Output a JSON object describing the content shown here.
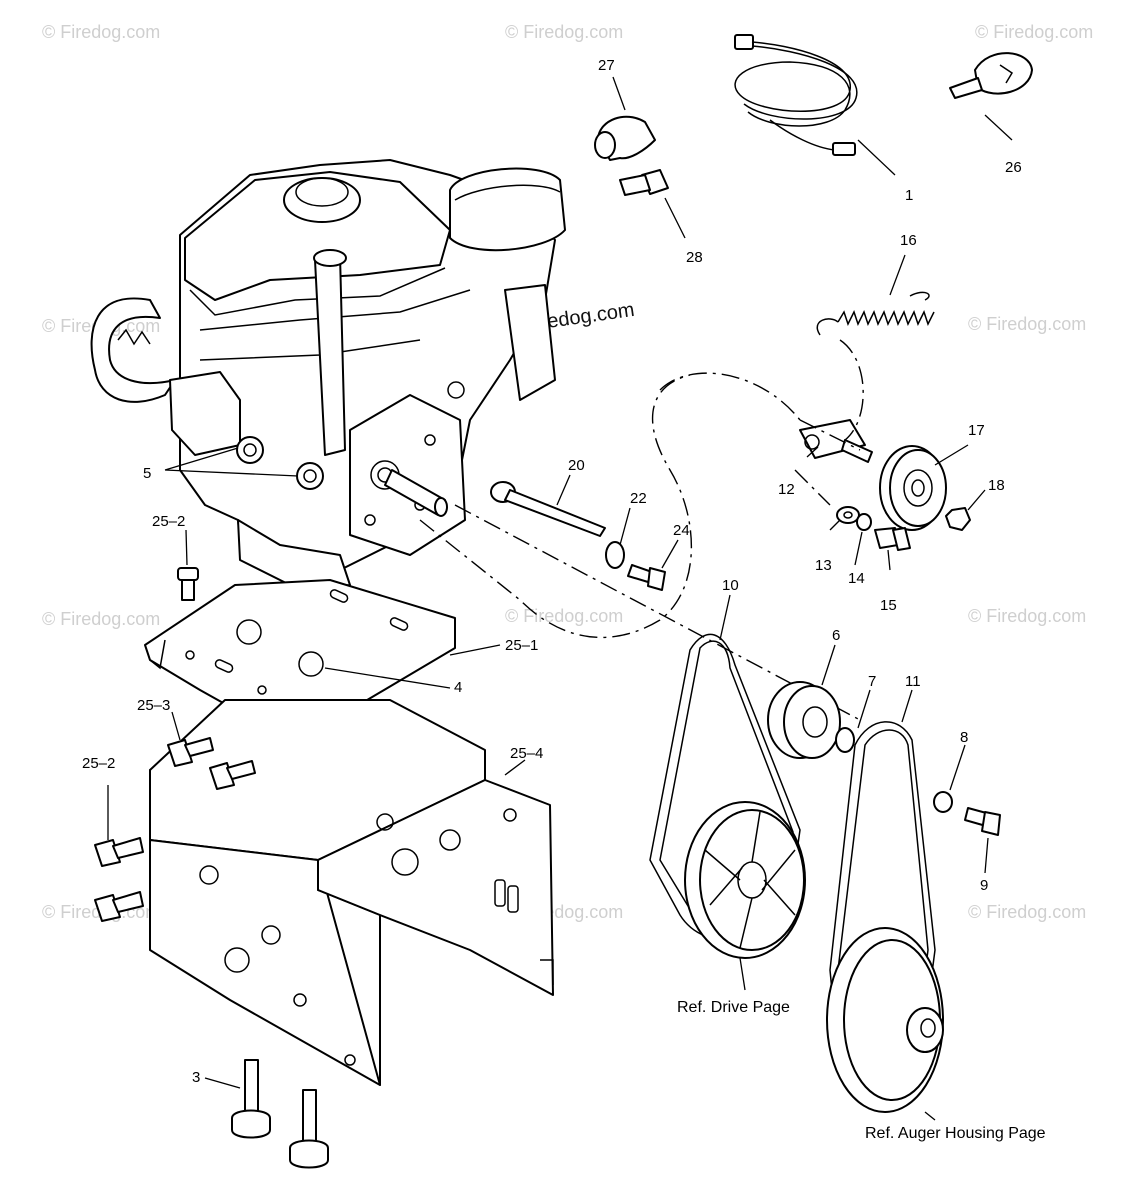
{
  "watermark": "© Firedog.com",
  "labels": {
    "p1": "1",
    "p3": "3",
    "p4": "4",
    "p5": "5",
    "p6": "6",
    "p7": "7",
    "p8": "8",
    "p9": "9",
    "p10": "10",
    "p11": "11",
    "p12": "12",
    "p13": "13",
    "p14": "14",
    "p15": "15",
    "p16": "16",
    "p17": "17",
    "p18": "18",
    "p20": "20",
    "p22": "22",
    "p24": "24",
    "p25_1": "25–1",
    "p25_2a": "25–2",
    "p25_2b": "25–2",
    "p25_3": "25–3",
    "p25_4": "25–4",
    "p26": "26",
    "p27": "27",
    "p28": "28"
  },
  "references": {
    "drive": "Ref. Drive Page",
    "auger": "Ref. Auger Housing Page"
  }
}
